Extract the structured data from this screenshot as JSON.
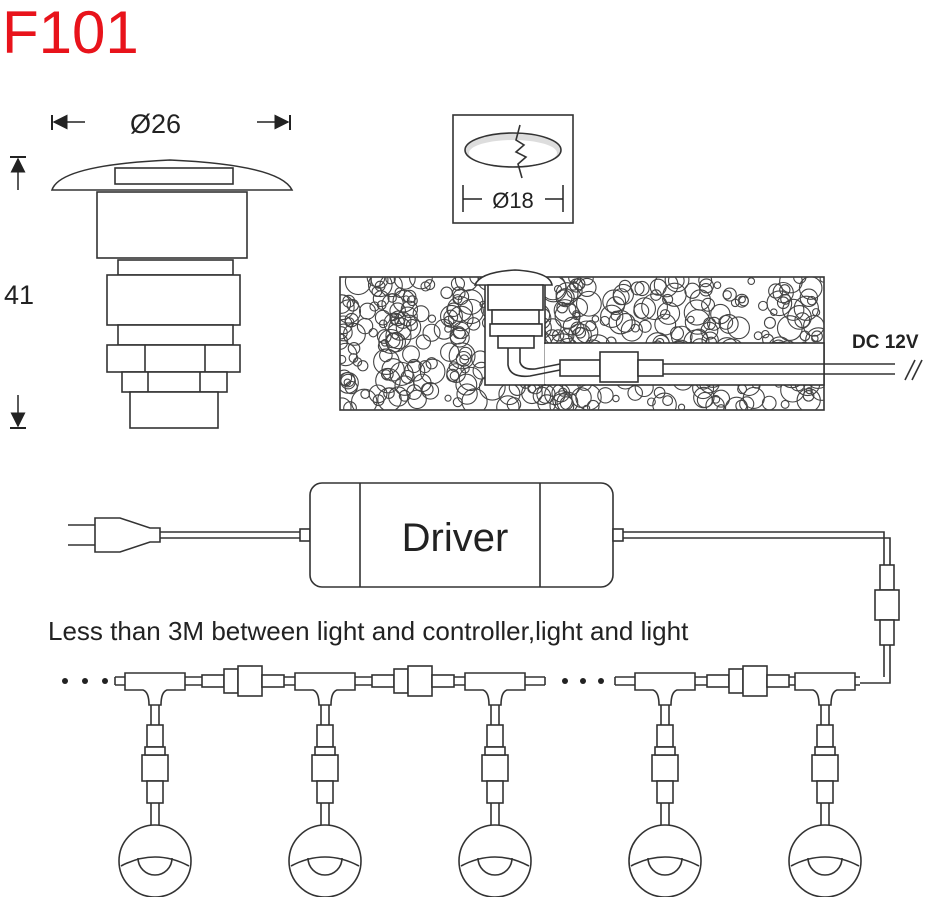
{
  "title": "F101",
  "title_color": "#e8131b",
  "dimensions": {
    "diameter_outer": "Ø26",
    "height": "41",
    "diameter_cutout": "Ø18"
  },
  "installation": {
    "supply_label": "DC 12V"
  },
  "driver": {
    "label": "Driver"
  },
  "note": "Less than 3M between light and controller,light and light",
  "chain": {
    "light_count": 5
  }
}
